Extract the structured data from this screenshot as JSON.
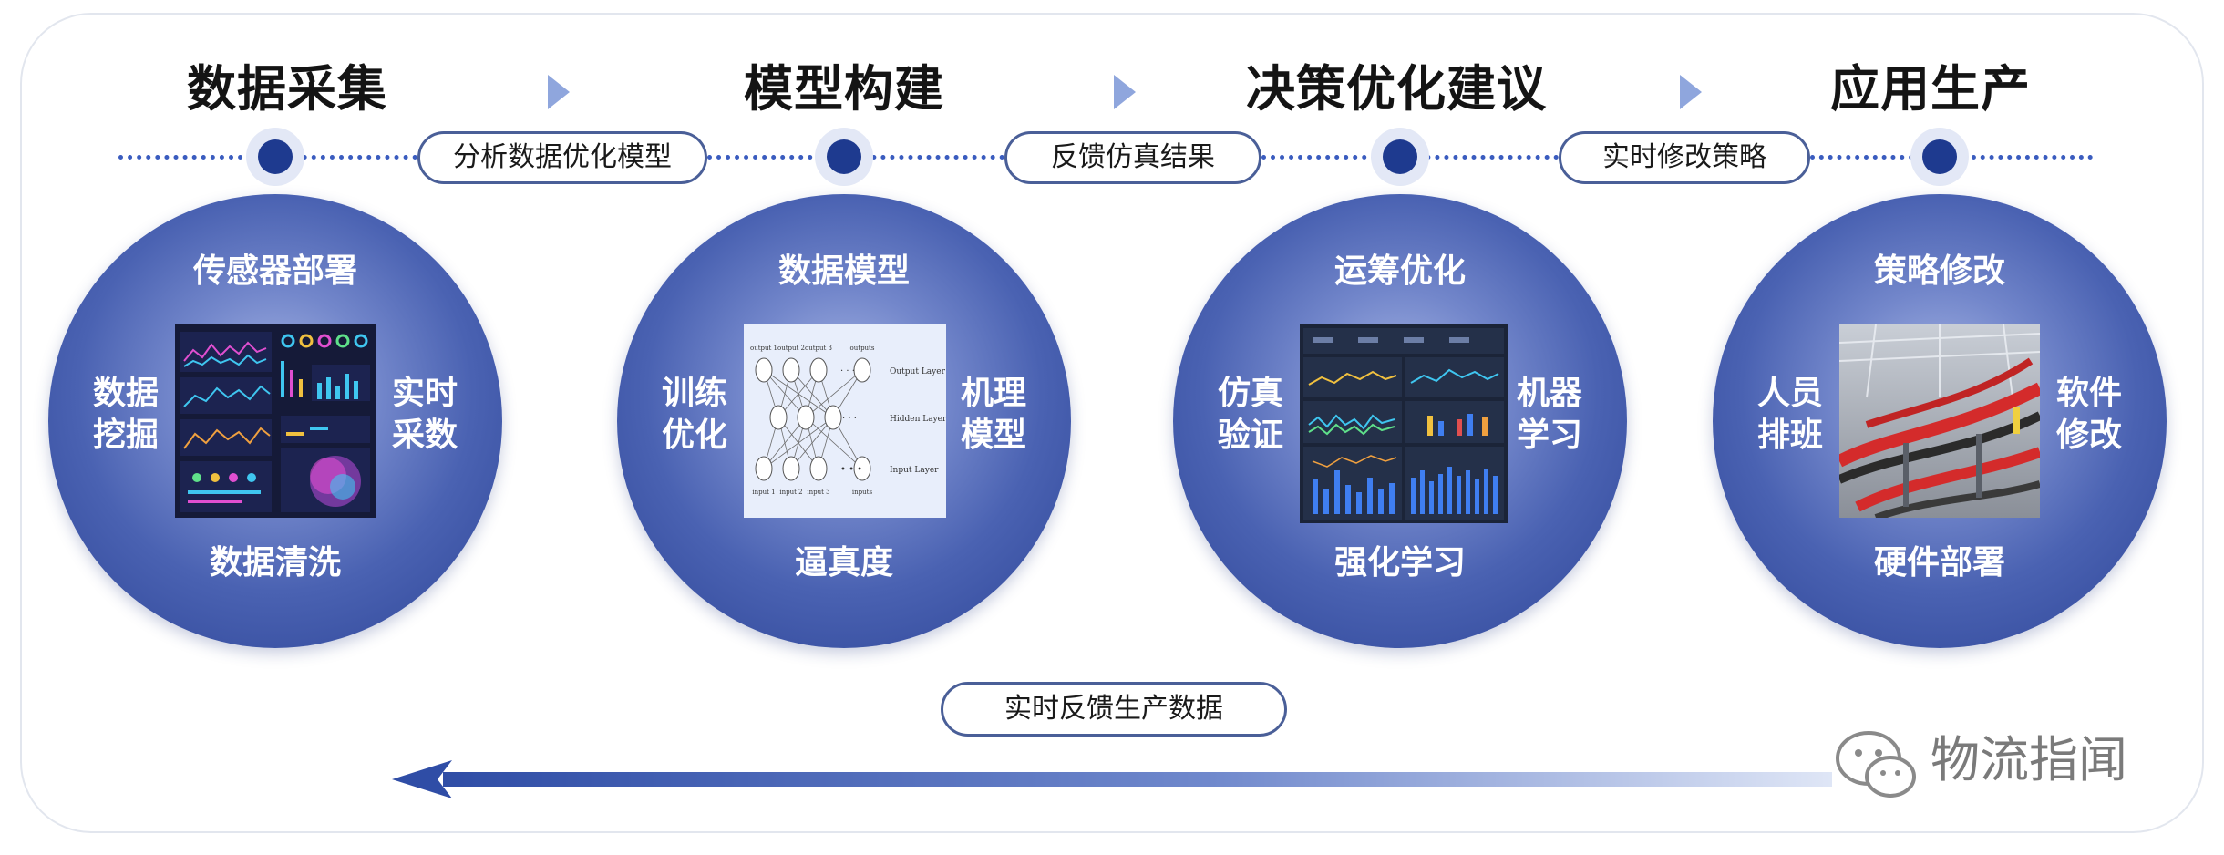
{
  "stages": [
    {
      "title": "数据采集",
      "top": "传感器部署",
      "left": "数据\n挖掘",
      "right": "实时\n采数",
      "bottom": "数据清洗",
      "image": "dashboard-screen"
    },
    {
      "title": "模型构建",
      "top": "数据模型",
      "left": "训练\n优化",
      "right": "机理\n模型",
      "bottom": "逼真度",
      "image": "neural-network-diagram"
    },
    {
      "title": "决策优化建议",
      "top": "运筹优化",
      "left": "仿真\n验证",
      "right": "机器\n学习",
      "bottom": "强化学习",
      "image": "analytics-dashboard"
    },
    {
      "title": "应用生产",
      "top": "策略修改",
      "left": "人员\n排班",
      "right": "软件\n修改",
      "bottom": "硬件部署",
      "image": "conveyor-factory-photo"
    }
  ],
  "connectors": [
    "分析数据优化模型",
    "反馈仿真结果",
    "实时修改策略"
  ],
  "feedback_label": "实时反馈生产数据",
  "nn_labels": {
    "outputs": [
      "output 1",
      "output 2",
      "output 3",
      "outputs"
    ],
    "inputs": [
      "input 1",
      "input 2",
      "input 3",
      "inputs"
    ],
    "layers": [
      "Output Layer",
      "Hidden Layer",
      "Input Layer"
    ]
  },
  "watermark": "物流指闻",
  "colors": {
    "circle_dark": "#2c4395",
    "circle_light": "#aab8e6",
    "node": "#1e3a8f",
    "dotted_line": "#3a5cbf",
    "chevron": "#8fa6dd",
    "pill_border": "#4a5f98",
    "arrow": "#2f4da6"
  }
}
